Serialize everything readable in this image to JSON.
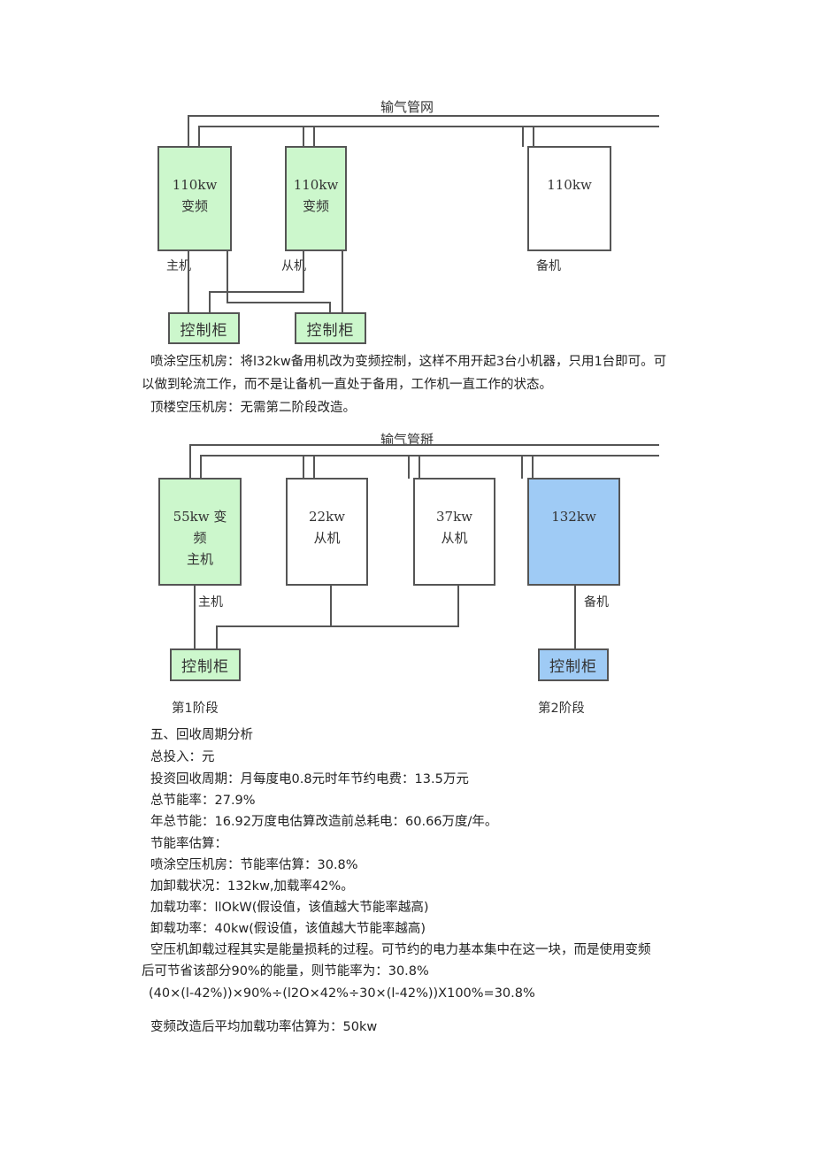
{
  "diagram1": {
    "title": "输气管网",
    "units": [
      {
        "line1": "110kw",
        "line2": "变频",
        "label": "主机",
        "color": "#ccf7cc"
      },
      {
        "line1": "110kw",
        "line2": "变频",
        "label": "从机",
        "color": "#ccf7cc"
      },
      {
        "line1": "110kw",
        "line2": "",
        "label": "备机",
        "color": "#ffffff"
      }
    ],
    "cabinets": [
      "控制柜",
      "控制柜"
    ]
  },
  "paragraphs1": [
    "喷涂空压机房：将l32kw备用机改为变频控制，这样不用开起3台小机器，只用1台即可。可",
    "以做到轮流工作，而不是让备机一直处于备用，工作机一直工作的状态。",
    "顶楼空压机房：无需第二阶段改造。"
  ],
  "diagram2": {
    "title": "输气管掰",
    "units": [
      {
        "line1": "55kw 变",
        "line2": "频",
        "line3": "主机",
        "label": "主机",
        "color": "#ccf7cc"
      },
      {
        "line1": "22kw",
        "line2": "从机",
        "color": "#ffffff"
      },
      {
        "line1": "37kw",
        "line2": "从机",
        "color": "#ffffff"
      },
      {
        "line1": "132kw",
        "label": "备机",
        "color": "#9fcbf5"
      }
    ],
    "cabinets": [
      "控制柜",
      "控制柜"
    ],
    "stage1": "第1阶段",
    "stage2": "第2阶段"
  },
  "section": {
    "heading": "五、回收周期分析",
    "lines": [
      "总投入：元",
      "投资回收周期：月每度电0.8元时年节约电费：13.5万元",
      "总节能率：27.9%",
      "年总节能：16.92万度电估算改造前总耗电：60.66万度/年。",
      "节能率估算：",
      "喷涂空压机房：节能率估算：30.8%",
      "加卸载状况：132kw,加载率42%。",
      "加载功率：llOkW(假设值，该值越大节能率越高)",
      "卸载功率：40kw(假设值，该值越大节能率越高)"
    ],
    "para_line1": "空压机卸载过程其实是能量损耗的过程。可节约的电力基本集中在这一块，而是使用变频",
    "para_line2": "后可节省该部分90%的能量，则节能率为：30.8%",
    "formula": "(40×(l-42%))×90%÷(l2O×42%÷30×(l-42%))X100%=30.8%",
    "final": "变频改造后平均加载功率估算为：50kw"
  }
}
